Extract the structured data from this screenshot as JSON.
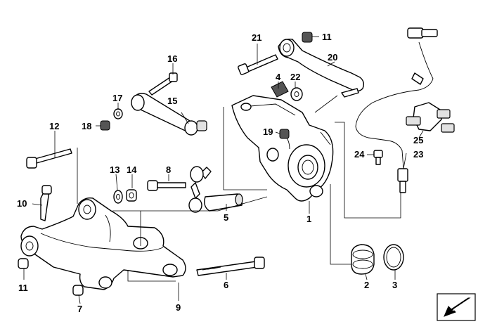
{
  "diagram": {
    "title": "Rear axle carrier / wheel suspension exploded view",
    "labels": [
      {
        "id": "l21",
        "text": "21"
      },
      {
        "id": "l11a",
        "text": "11"
      },
      {
        "id": "l20",
        "text": "20"
      },
      {
        "id": "l16",
        "text": "16"
      },
      {
        "id": "l4",
        "text": "4"
      },
      {
        "id": "l22",
        "text": "22"
      },
      {
        "id": "l17",
        "text": "17"
      },
      {
        "id": "l15",
        "text": "15"
      },
      {
        "id": "l18",
        "text": "18"
      },
      {
        "id": "l12",
        "text": "12"
      },
      {
        "id": "l19",
        "text": "19"
      },
      {
        "id": "l25",
        "text": "25"
      },
      {
        "id": "l24",
        "text": "24"
      },
      {
        "id": "l23",
        "text": "23"
      },
      {
        "id": "l13",
        "text": "13"
      },
      {
        "id": "l14",
        "text": "14"
      },
      {
        "id": "l8",
        "text": "8"
      },
      {
        "id": "l10",
        "text": "10"
      },
      {
        "id": "l5",
        "text": "5"
      },
      {
        "id": "l1",
        "text": "1"
      },
      {
        "id": "l11b",
        "text": "11"
      },
      {
        "id": "l6",
        "text": "6"
      },
      {
        "id": "l2",
        "text": "2"
      },
      {
        "id": "l3",
        "text": "3"
      },
      {
        "id": "l7",
        "text": "7"
      },
      {
        "id": "l9",
        "text": "9"
      }
    ]
  }
}
